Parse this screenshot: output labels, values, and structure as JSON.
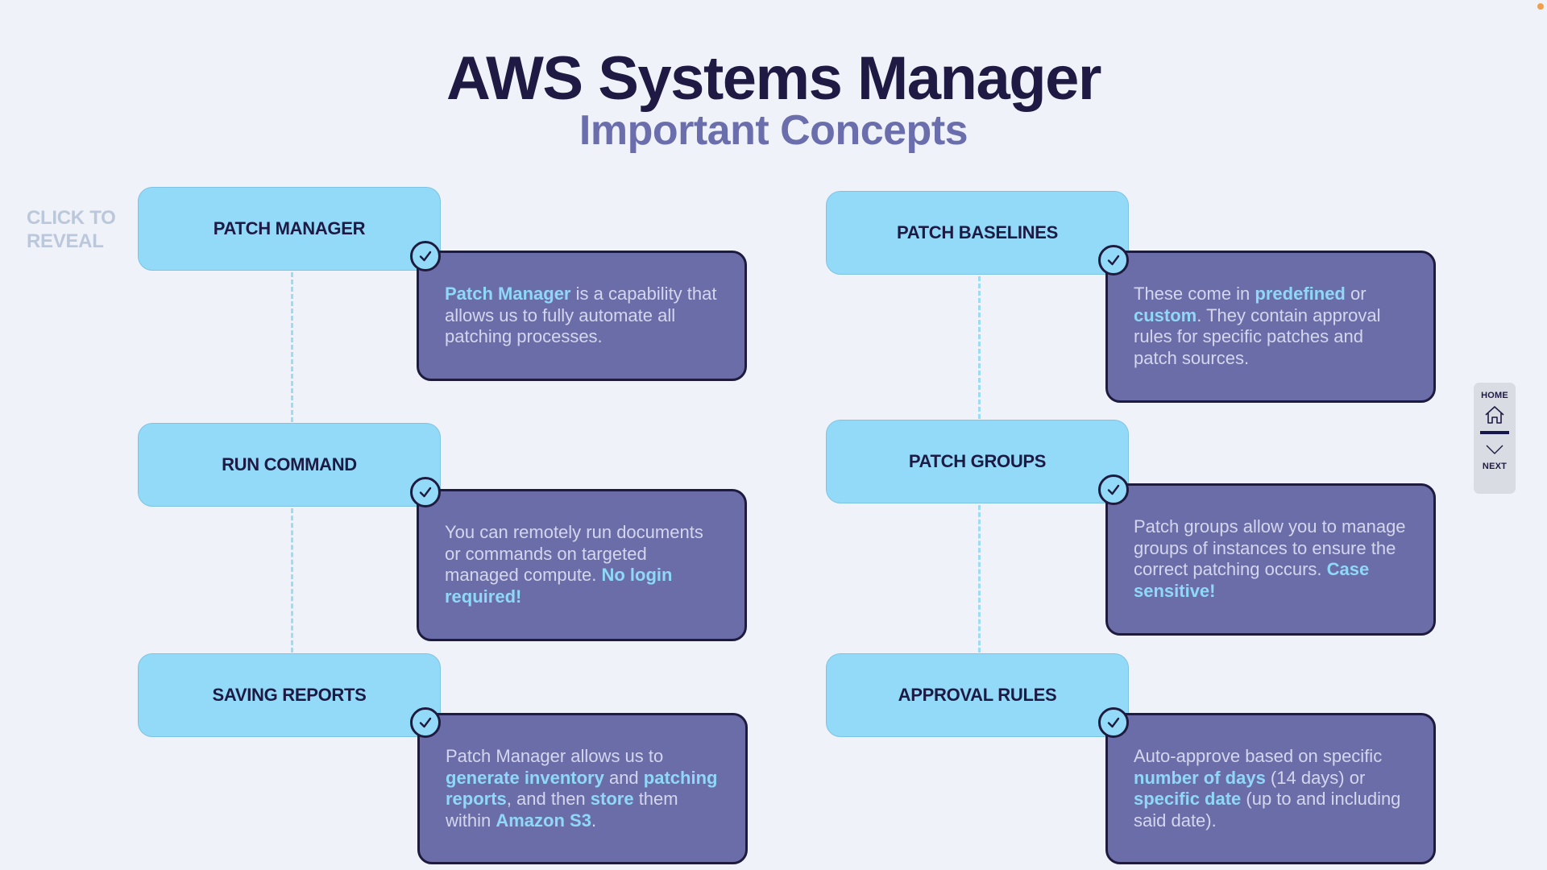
{
  "header": {
    "title": "AWS Systems Manager",
    "subtitle": "Important Concepts"
  },
  "hint": {
    "line1": "CLICK TO",
    "line2": "REVEAL"
  },
  "colors": {
    "background": "#EFF2F8",
    "title": "#1E1A44",
    "subtitle": "#6B6EAD",
    "concept_fill": "#93DAF8",
    "description_fill": "#6B6DA8",
    "description_border": "#1E1B3F",
    "highlight": "#8FD8F8",
    "body_text": "#D4D6EE",
    "status_dot": "#F0A04B"
  },
  "concepts": [
    {
      "label": "PATCH MANAGER",
      "icon": "check-icon",
      "description": [
        {
          "text": "Patch Manager",
          "hl": true
        },
        {
          "text": " is a capability that allows us to fully automate all patching processes.",
          "hl": false
        }
      ]
    },
    {
      "label": "RUN COMMAND",
      "icon": "check-icon",
      "description": [
        {
          "text": "You can remotely run documents or commands on targeted managed compute. ",
          "hl": false
        },
        {
          "text": "No login required!",
          "hl": true
        }
      ]
    },
    {
      "label": "SAVING REPORTS",
      "icon": "check-icon",
      "description": [
        {
          "text": "Patch Manager allows us to ",
          "hl": false
        },
        {
          "text": "generate inventory",
          "hl": true
        },
        {
          "text": " and ",
          "hl": false
        },
        {
          "text": "patching reports",
          "hl": true
        },
        {
          "text": ", and then ",
          "hl": false
        },
        {
          "text": "store",
          "hl": true
        },
        {
          "text": " them within ",
          "hl": false
        },
        {
          "text": "Amazon S3",
          "hl": true
        },
        {
          "text": ".",
          "hl": false
        }
      ]
    },
    {
      "label": "PATCH BASELINES",
      "icon": "check-icon",
      "description": [
        {
          "text": "These come in ",
          "hl": false
        },
        {
          "text": "predefined",
          "hl": true
        },
        {
          "text": " or ",
          "hl": false
        },
        {
          "text": "custom",
          "hl": true
        },
        {
          "text": ". They contain approval rules for specific patches and patch sources.",
          "hl": false
        }
      ]
    },
    {
      "label": "PATCH GROUPS",
      "icon": "check-icon",
      "description": [
        {
          "text": "Patch groups allow you to manage groups of instances to ensure the correct patching occurs. ",
          "hl": false
        },
        {
          "text": "Case sensitive!",
          "hl": true
        }
      ]
    },
    {
      "label": "APPROVAL RULES",
      "icon": "check-icon",
      "description": [
        {
          "text": "Auto-approve based on specific ",
          "hl": false
        },
        {
          "text": "number of days",
          "hl": true
        },
        {
          "text": " (14 days) or ",
          "hl": false
        },
        {
          "text": "specific date",
          "hl": true
        },
        {
          "text": " (up to and including said date).",
          "hl": false
        }
      ]
    }
  ],
  "nav": {
    "home_label": "HOME",
    "home_icon": "home-icon",
    "next_label": "NEXT",
    "next_icon": "chevron-down-icon"
  }
}
